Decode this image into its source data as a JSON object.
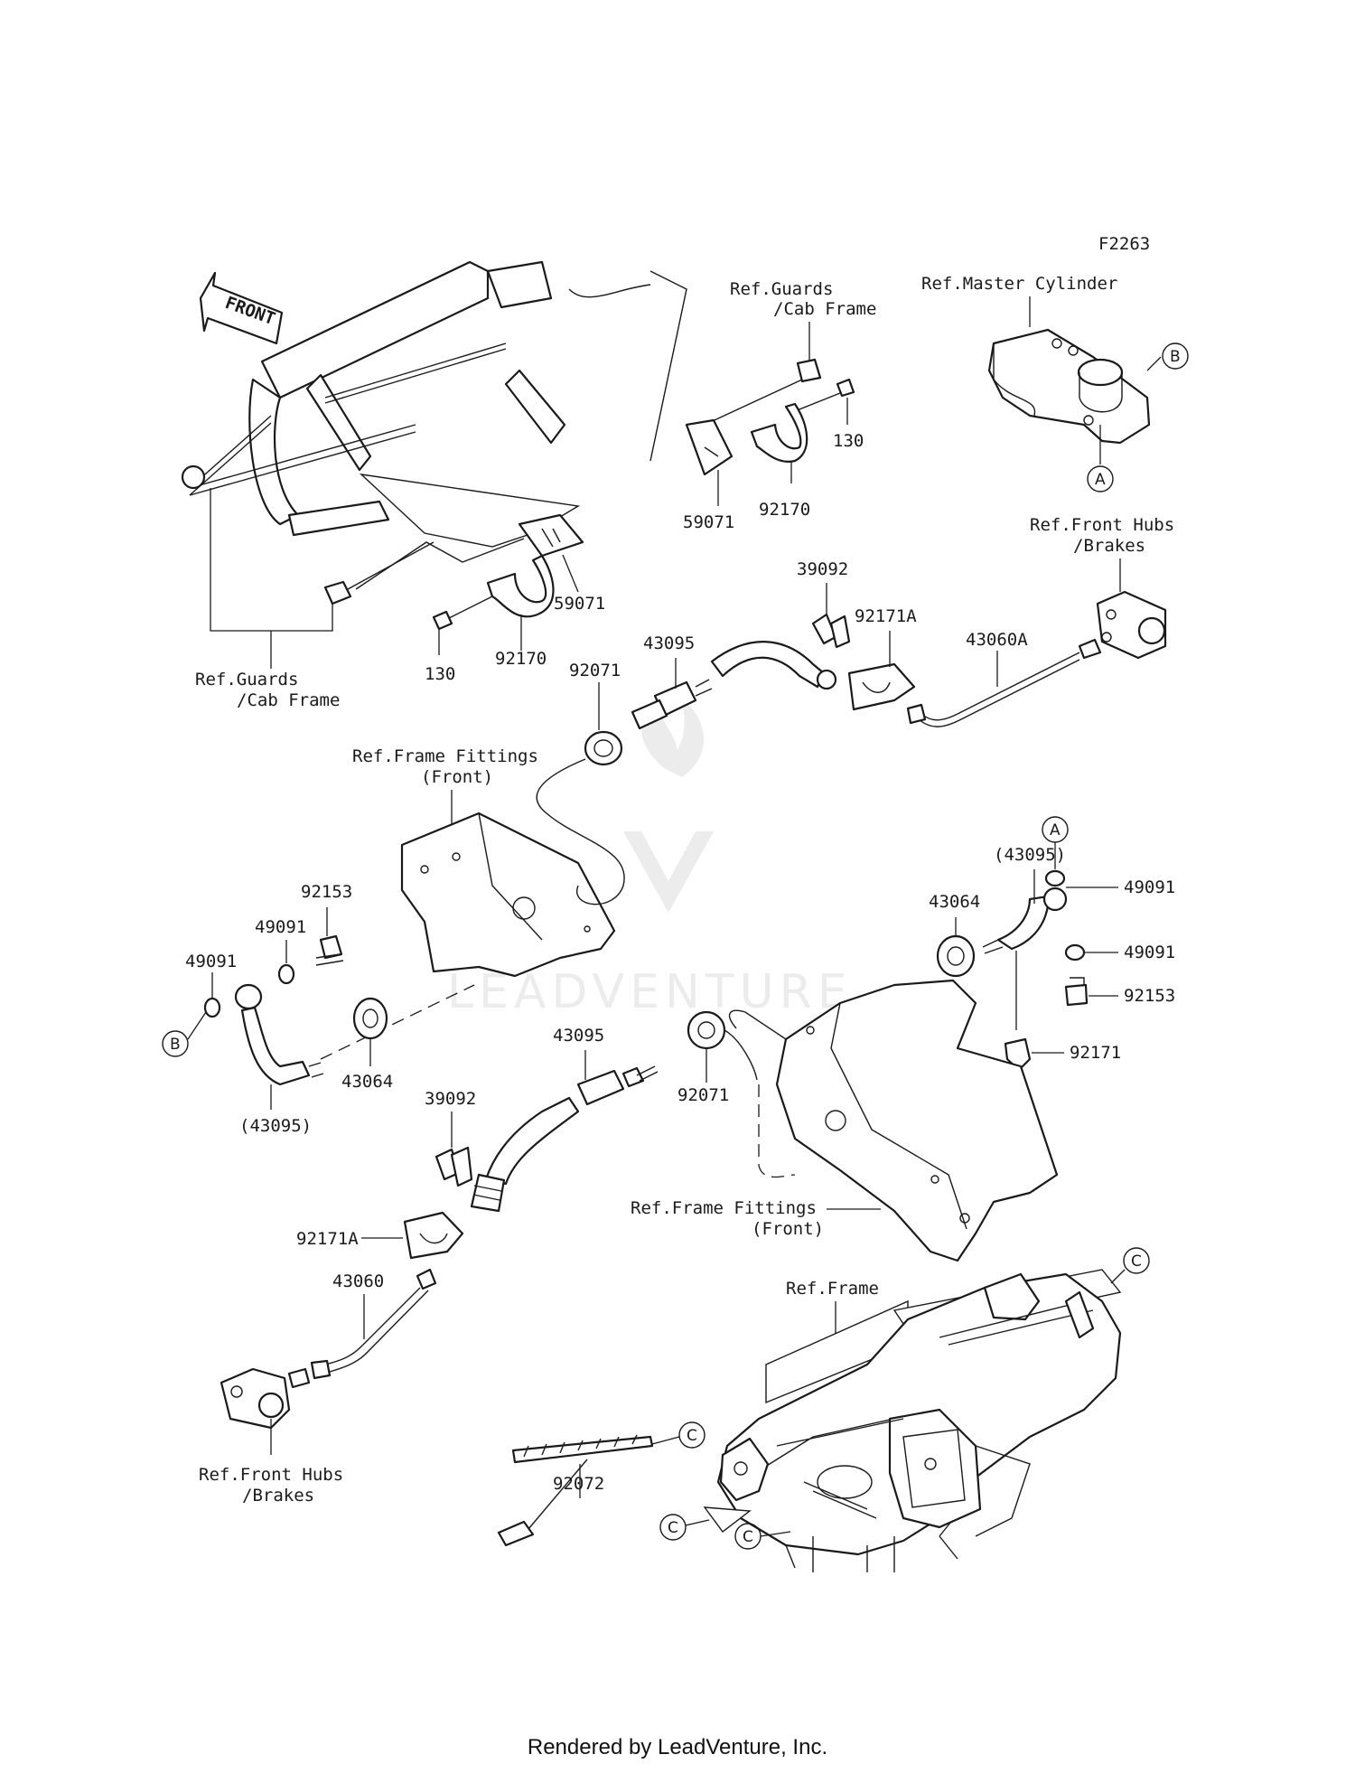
{
  "figure_code": "F2263",
  "footer": "Rendered by LeadVenture, Inc.",
  "watermark": "LEADVENTURE",
  "front_arrow": "FRONT",
  "refs": {
    "guards_cab_top": [
      "Ref.Guards",
      "/Cab Frame"
    ],
    "master_cylinder": "Ref.Master Cylinder",
    "front_hubs_right": [
      "Ref.Front Hubs",
      "/Brakes"
    ],
    "guards_cab_left": [
      "Ref.Guards",
      "/Cab Frame"
    ],
    "frame_fittings_upper": [
      "Ref.Frame Fittings",
      "(Front)"
    ],
    "frame_fittings_lower": [
      "Ref.Frame Fittings",
      "(Front)"
    ],
    "frame": "Ref.Frame",
    "front_hubs_left": [
      "Ref.Front Hubs",
      "/Brakes"
    ]
  },
  "parts": {
    "p59071_top": "59071",
    "p92170_top": "92170",
    "p130_top": "130",
    "p59071_mid": "59071",
    "p130_mid": "130",
    "p92170_mid": "92170",
    "p39092_top": "39092",
    "p92171a_top": "92171A",
    "p43095_top": "43095",
    "p43060a": "43060A",
    "p92071_top": "92071",
    "p92153_left": "92153",
    "p49091_left_a": "49091",
    "p49091_left_b": "49091",
    "p43095_paren_left": "(43095)",
    "p43064_left": "43064",
    "p43095_paren_right": "(43095)",
    "p43064_right": "43064",
    "p49091_right_a": "49091",
    "p49091_right_b": "49091",
    "p92153_right": "92153",
    "p92171": "92171",
    "p43095_mid": "43095",
    "p92071_mid": "92071",
    "p39092_mid": "39092",
    "p92171a_mid": "92171A",
    "p43060": "43060",
    "p92072": "92072"
  },
  "markers": {
    "b_top": "B",
    "a_top": "A",
    "a_right": "A",
    "b_left": "B",
    "c_frame": "C",
    "c_tie": "C",
    "c_low_left": "C",
    "c_low_mid": "C"
  }
}
